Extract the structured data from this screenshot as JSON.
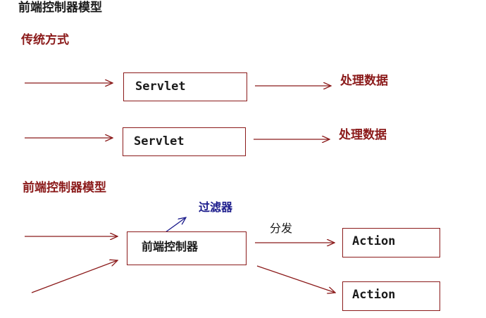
{
  "title": "前端控制器模型",
  "traditional": {
    "heading": "传统方式",
    "servlet_label": "Servlet",
    "result_label": "处理数据"
  },
  "front_controller": {
    "heading": "前端控制器模型",
    "filter_label": "过滤器",
    "controller_label": "前端控制器",
    "dispatch_label": "分发",
    "action_label": "Action"
  },
  "colors": {
    "heading": "#8b1a1a",
    "arrow": "#8b1a1a",
    "filter": "#1a1a8b",
    "text": "#1a1a1a"
  }
}
